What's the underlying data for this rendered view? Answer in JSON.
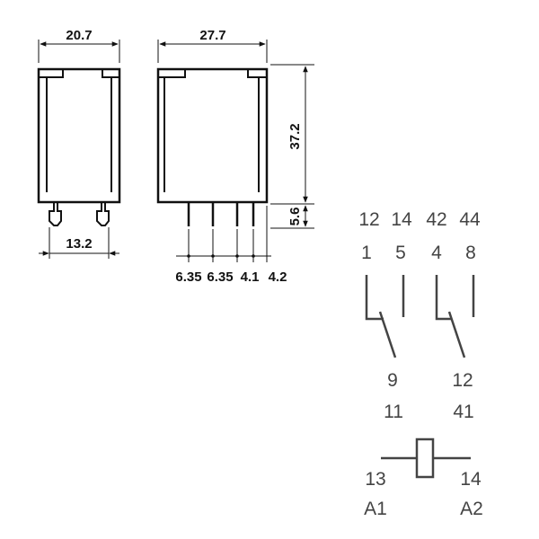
{
  "colors": {
    "ink": "#111111",
    "symbol": "#444444",
    "background": "#ffffff"
  },
  "dimensions": {
    "side_width": "20.7",
    "front_width": "27.7",
    "height": "37.2",
    "pin_length": "5.6",
    "side_pin_spacing": "13.2",
    "pitch_1": "6.35",
    "pitch_2": "6.35",
    "pitch_3": "4.1",
    "pitch_4": "4.2"
  },
  "contacts": {
    "contact_1": {
      "nc_iec": "12",
      "nc_old": "1",
      "no_iec": "14",
      "no_old": "5",
      "common_old": "9",
      "common_iec": "11"
    },
    "contact_2": {
      "nc_iec": "42",
      "nc_old": "4",
      "no_iec": "44",
      "no_old": "8",
      "common_old": "12",
      "common_iec": "41"
    }
  },
  "coil": {
    "left_old": "13",
    "left_iec": "A1",
    "right_old": "14",
    "right_iec": "A2"
  }
}
